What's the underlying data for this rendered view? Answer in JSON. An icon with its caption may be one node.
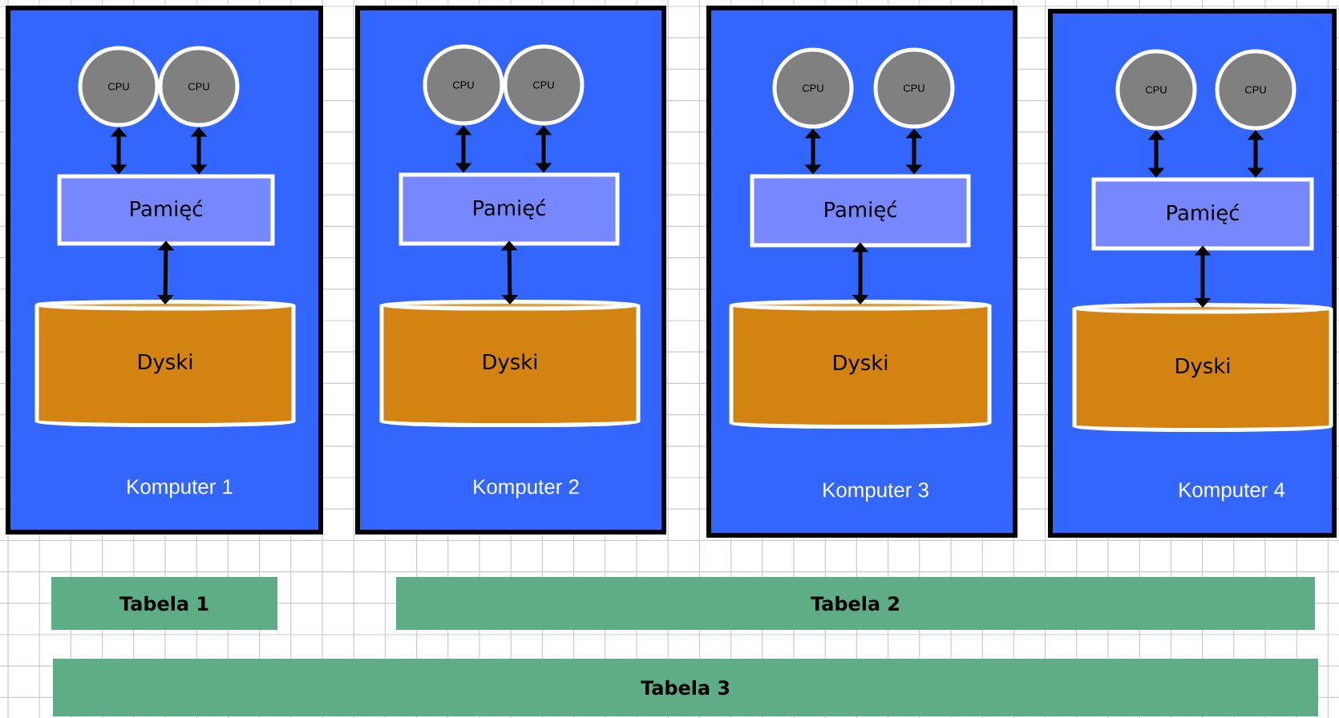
{
  "diagram": {
    "nodes": [
      {
        "text": [
          "Komputer 1"
        ]
      },
      {
        "text": [
          "CPU"
        ],
        "in": 0
      },
      {
        "text": [
          "CPU"
        ],
        "in": 0
      },
      {
        "text": [
          "Pamięć"
        ],
        "in": 0
      },
      {
        "text": [
          "Dyski"
        ],
        "in": 0
      },
      {
        "text": [
          "Komputer 2"
        ]
      },
      {
        "text": [
          "CPU"
        ],
        "in": 5
      },
      {
        "text": [
          "CPU"
        ],
        "in": 5
      },
      {
        "text": [
          "Pamięć"
        ],
        "in": 5
      },
      {
        "text": [
          "Dyski"
        ],
        "in": 5
      },
      {
        "text": [
          "Komputer 3"
        ]
      },
      {
        "text": [
          "CPU"
        ],
        "in": 10
      },
      {
        "text": [
          "CPU"
        ],
        "in": 10
      },
      {
        "text": [
          "Pamięć"
        ],
        "in": 10
      },
      {
        "text": [
          "Dyski"
        ],
        "in": 10
      },
      {
        "text": [
          "Komputer 4"
        ]
      },
      {
        "text": [
          "CPU"
        ],
        "in": 15
      },
      {
        "text": [
          "CPU"
        ],
        "in": 15
      },
      {
        "text": [
          "Pamięć"
        ],
        "in": 15
      },
      {
        "text": [
          "Dyski"
        ],
        "in": 15
      },
      {
        "text": [
          "Tabela 1"
        ]
      },
      {
        "text": [
          "Tabela 2"
        ]
      },
      {
        "text": [
          "Tabela 3"
        ]
      }
    ],
    "edges": [
      {
        "from": 1,
        "to": 3,
        "arrow": "both"
      },
      {
        "from": 2,
        "to": 3,
        "arrow": "both"
      },
      {
        "from": 3,
        "to": 4,
        "arrow": "both"
      },
      {
        "from": 6,
        "to": 8,
        "arrow": "both"
      },
      {
        "from": 7,
        "to": 8,
        "arrow": "both"
      },
      {
        "from": 8,
        "to": 9,
        "arrow": "both"
      },
      {
        "from": 11,
        "to": 13,
        "arrow": "both"
      },
      {
        "from": 12,
        "to": 13,
        "arrow": "both"
      },
      {
        "from": 13,
        "to": 14,
        "arrow": "both"
      },
      {
        "from": 16,
        "to": 18,
        "arrow": "both"
      },
      {
        "from": 17,
        "to": 18,
        "arrow": "both"
      },
      {
        "from": 18,
        "to": 19,
        "arrow": "both"
      }
    ]
  }
}
